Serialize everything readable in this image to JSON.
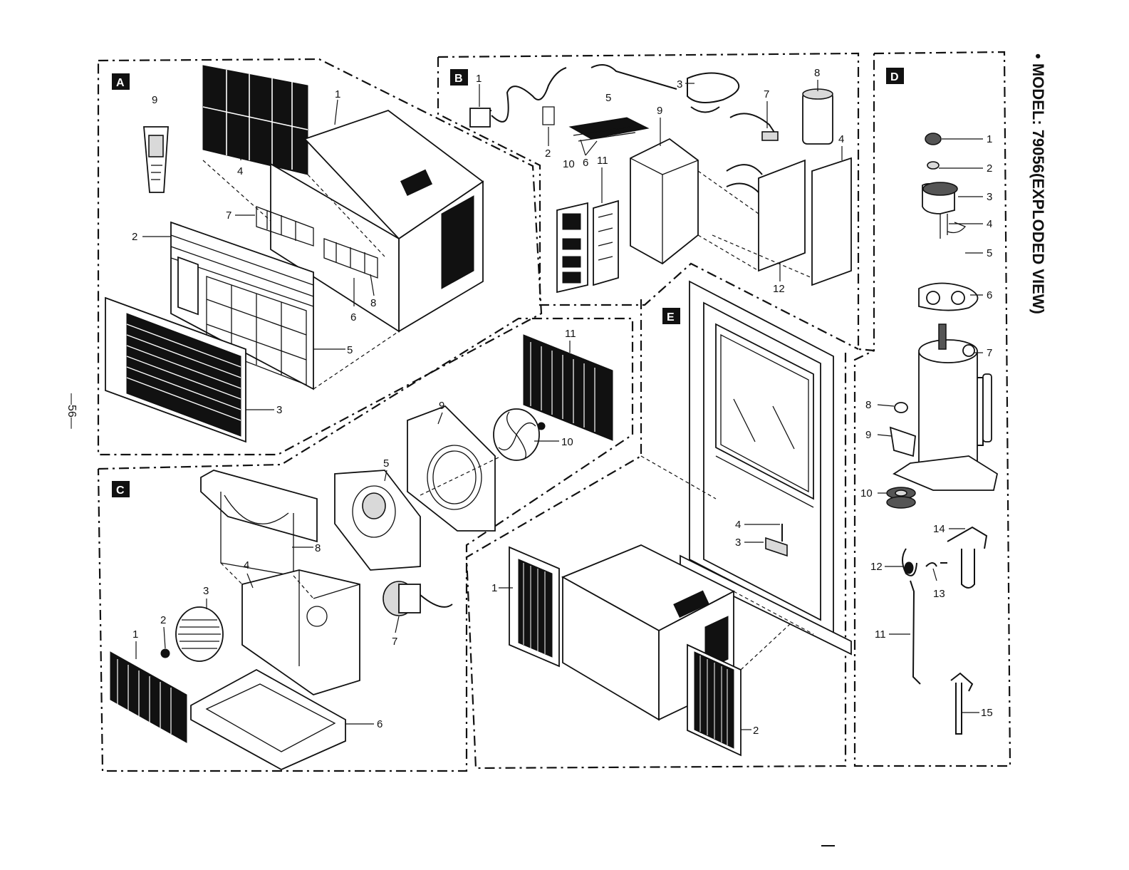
{
  "title": "• MODEL: 79056(EXPLODED VIEW)",
  "page_number": "—56—",
  "sections": {
    "A": {
      "label": "A",
      "callouts": [
        "1",
        "2",
        "3",
        "4",
        "5",
        "6",
        "7",
        "8",
        "9"
      ]
    },
    "B": {
      "label": "B",
      "callouts": [
        "1",
        "2",
        "3",
        "4",
        "5",
        "6",
        "7",
        "8",
        "9",
        "10",
        "11",
        "12"
      ]
    },
    "C": {
      "label": "C",
      "callouts": [
        "1",
        "2",
        "3",
        "4",
        "5",
        "6",
        "7",
        "8",
        "9",
        "10",
        "11"
      ]
    },
    "D": {
      "label": "D",
      "callouts": [
        "1",
        "2",
        "3",
        "4",
        "5",
        "6",
        "7",
        "8",
        "9",
        "10",
        "11",
        "12",
        "13",
        "14",
        "15"
      ]
    },
    "E": {
      "label": "E",
      "callouts": [
        "1",
        "2",
        "3",
        "4"
      ]
    }
  }
}
